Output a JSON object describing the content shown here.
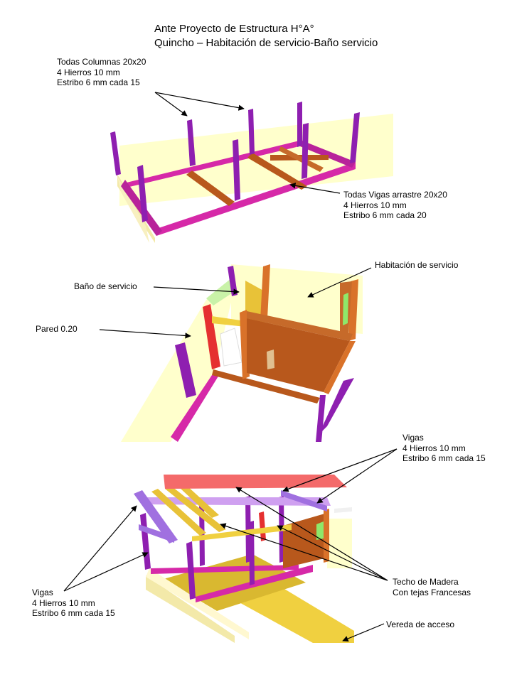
{
  "title": {
    "line1": "Ante Proyecto de Estructura H°A°",
    "line2": "Quincho – Habitación de servicio-Baño servicio"
  },
  "labels": {
    "columnas": [
      "Todas Columnas  20x20",
      "4 Hierros 10 mm",
      "Estribo 6 mm cada 15"
    ],
    "vigas_arrastre": [
      "Todas Vigas arrastre 20x20",
      "4 Hierros 10 mm",
      "Estribo 6 mm cada 20"
    ],
    "habitacion": "Habitación de servicio",
    "bano": "Baño de servicio",
    "pared": "Pared 0.20",
    "vigas_derecha": [
      "Vigas",
      "4 Hierros 10 mm",
      "Estribo 6 mm cada 15"
    ],
    "vigas_izquierda": [
      "Vigas",
      "4 Hierros 10 mm",
      "Estribo 6 mm cada 15"
    ],
    "techo": [
      "Techo de Madera",
      "Con tejas Francesas"
    ],
    "vereda": "Vereda de acceso"
  },
  "colors": {
    "column": "#8e1fb0",
    "beam": "#d629a8",
    "wood": "#b8581c",
    "wall": "#ffffcc",
    "roof": "#f46a6a"
  }
}
